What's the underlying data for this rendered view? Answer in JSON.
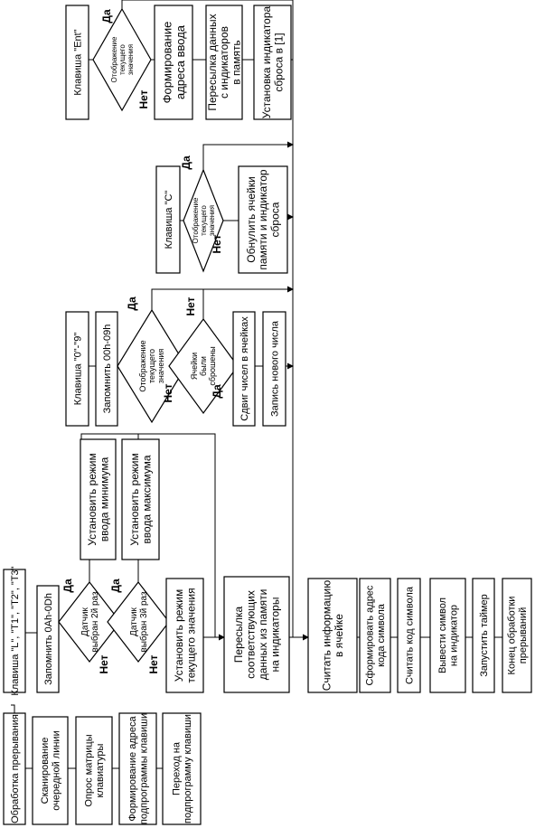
{
  "col1": {
    "start": "Обработка прерывания",
    "scan": [
      "Сканирование",
      "очередной линии"
    ],
    "poll": [
      "Опрос матрицы",
      "клавиатуры"
    ],
    "form": [
      "Формирование адреса",
      "подпрограммы клавиши"
    ],
    "jump": [
      "Переход на",
      "подпрограмму клавиши"
    ]
  },
  "col2": {
    "key": "Клавиша \"L\", \"T1\", \"T2\", \"T3\"",
    "store": "Запомнить 0Ah-0Dh",
    "d1": [
      "Датчик",
      "выбран 2й раз"
    ],
    "d2": [
      "Датчик",
      "выбран 3й раз"
    ],
    "min_mode": [
      "Установить режим",
      "ввода минимума"
    ],
    "max_mode": [
      "Установить режим",
      "ввода максимума"
    ],
    "cur_mode": [
      "Установить режим",
      "текущего значения"
    ]
  },
  "col3": {
    "send": [
      "Пересылка",
      "соответствующих",
      "данных из памяти",
      "на индикаторы"
    ],
    "key09": "Клавиша \"0\"-\"9\"",
    "store09": "Запомнить 00h-09h",
    "disp": [
      "Отображение",
      "текущего",
      "значения"
    ],
    "cells": [
      "Ячейки",
      "были",
      "сброшены"
    ],
    "shift": "Сдвиг чисел в ячейках",
    "write": "Запись нового числа"
  },
  "col4": {
    "keyC": "Клавиша \"C\"",
    "disp": [
      "Отображение",
      "текущего",
      "значения"
    ],
    "reset": [
      "Обнулить ячейки",
      "памяти и индикатор",
      "сброса"
    ]
  },
  "col5": {
    "keyEnt": "Клавиша \"Ent\"",
    "disp": [
      "Отображение",
      "текущего",
      "значения"
    ],
    "form_addr": [
      "Формирование",
      "адреса ввода"
    ],
    "copy": [
      "Пересылка данных",
      "с индикаторов",
      "в память"
    ],
    "set_ind": [
      "Установка индикатора",
      "сброса в [1]"
    ]
  },
  "bottom": {
    "read": [
      "Считать информацию",
      "в ячейке"
    ],
    "addr": [
      "Сформировать адрес",
      "кода символа"
    ],
    "code": "Считать код символа",
    "out": [
      "Вывести символ",
      "на индикатор"
    ],
    "timer": "Запустить таймер",
    "end": [
      "Конец обработки",
      "прерываний"
    ]
  },
  "labels": {
    "yes": "Да",
    "no": "Нет"
  }
}
